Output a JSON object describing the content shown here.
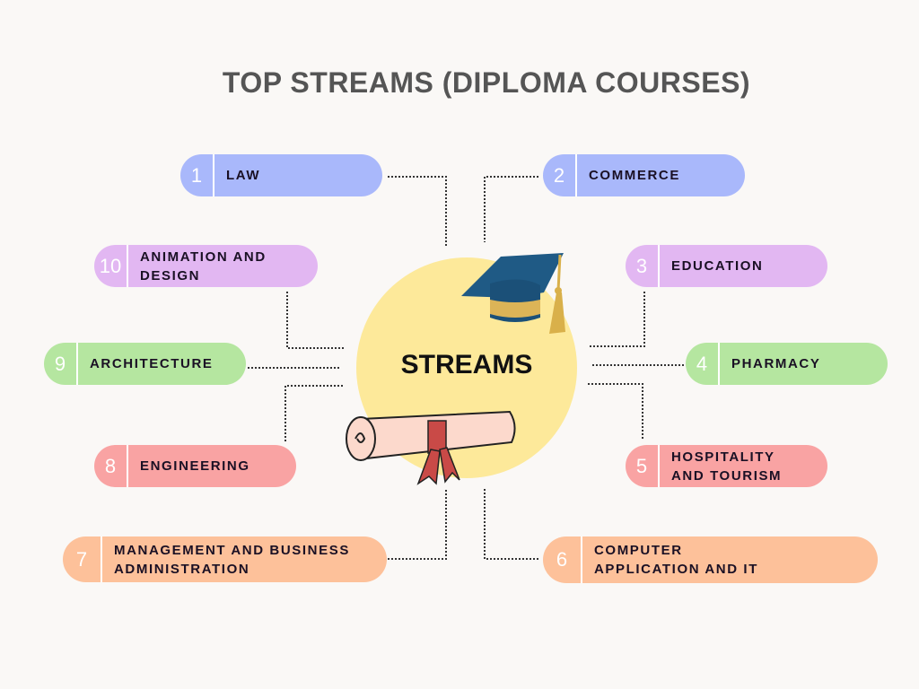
{
  "title": "TOP STREAMS (DIPLOMA COURSES)",
  "center_label": "STREAMS",
  "colors": {
    "blue": "#a9b8fb",
    "purple": "#e2b7f2",
    "green": "#b5e6a0",
    "red": "#f9a3a3",
    "orange": "#fdc19a",
    "circle": "#fde99a"
  },
  "streams": [
    {
      "num": "1",
      "label": "LAW"
    },
    {
      "num": "2",
      "label": "COMMERCE"
    },
    {
      "num": "3",
      "label": "EDUCATION"
    },
    {
      "num": "4",
      "label": "PHARMACY"
    },
    {
      "num": "5",
      "label": "HOSPITALITY AND TOURISM"
    },
    {
      "num": "6",
      "label": "COMPUTER APPLICATION AND IT"
    },
    {
      "num": "7",
      "label": "MANAGEMENT AND BUSINESS ADMINISTRATION"
    },
    {
      "num": "8",
      "label": "ENGINEERING"
    },
    {
      "num": "9",
      "label": "ARCHITECTURE"
    },
    {
      "num": "10",
      "label": "ANIMATION AND DESIGN"
    }
  ],
  "icons": [
    "graduation-cap-icon",
    "diploma-scroll-icon"
  ]
}
